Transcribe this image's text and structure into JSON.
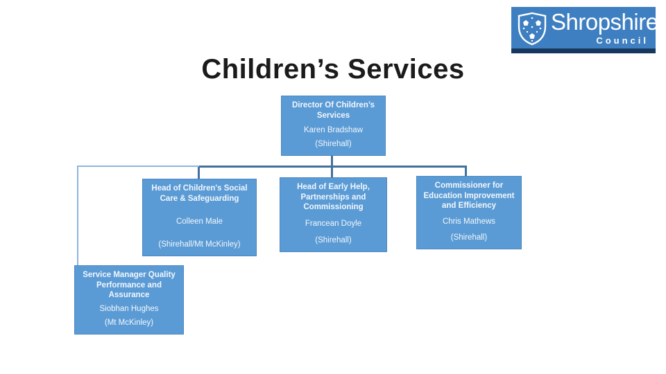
{
  "slide": {
    "title": "Children’s Services",
    "background_color": "#ffffff"
  },
  "logo": {
    "name": "Shropshire",
    "subname": "Council",
    "bg_color": "#3e7fc1",
    "bar_color": "#17375e",
    "shield_icon": "shropshire-coat-of-arms"
  },
  "org": {
    "box_color": "#5b9bd5",
    "text_color": "#f2f7fc",
    "connector_color": "#41719c",
    "connector_light_color": "#8fb4dc",
    "boxes": [
      {
        "role": "Director Of Children’s Services",
        "name": "Karen Bradshaw",
        "location": "(Shirehall)"
      },
      {
        "role": "Head of Children's Social Care & Safeguarding",
        "name": "Colleen Male",
        "location": "(Shirehall/Mt McKinley)"
      },
      {
        "role": "Head of Early Help, Partnerships and Commissioning",
        "name": "Francean Doyle",
        "location": "(Shirehall)"
      },
      {
        "role": "Commissioner for Education Improvement and Efficiency",
        "name": "Chris Mathews",
        "location": "(Shirehall)"
      },
      {
        "role": "Service Manager Quality Performance and Assurance",
        "name": "Siobhan Hughes",
        "location": "(Mt McKinley)"
      }
    ]
  }
}
